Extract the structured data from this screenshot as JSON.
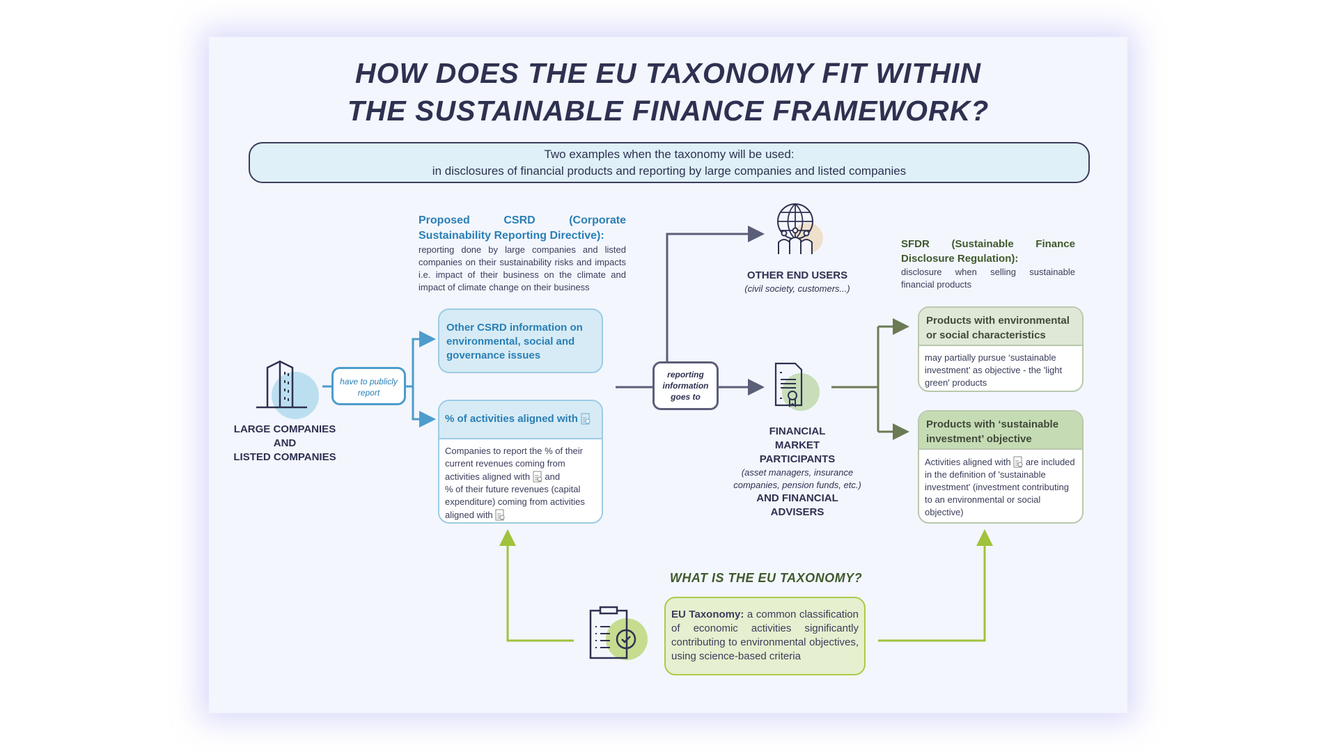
{
  "title": {
    "line1": "HOW DOES THE EU TAXONOMY FIT WITHIN",
    "line2": "THE SUSTAINABLE FINANCE FRAMEWORK?"
  },
  "banner": {
    "line1": "Two examples when the taxonomy will be used:",
    "line2": "in disclosures of financial products and reporting by large companies and listed companies"
  },
  "companies": {
    "icon": "building-icon",
    "line1": "LARGE COMPANIES",
    "line2": "AND",
    "line3": "LISTED COMPANIES",
    "connector": "have to publicly report"
  },
  "csrd": {
    "heading": "Proposed CSRD (Corporate Sustainability Reporting Directive):",
    "body": "reporting done by large companies and listed companies on their sustainability risks and impacts i.e. impact of their business on the climate and impact of climate change on their business",
    "other_box": "Other CSRD information on environmental, social and governance issues",
    "aligned_header": "% of activities aligned with",
    "aligned_body": {
      "p1": "Companies to report the % of their current revenues coming from activities aligned with",
      "p2": "and",
      "p3": "% of their future revenues (capital expenditure) coming from activities aligned with"
    }
  },
  "flow": {
    "reporting": "reporting information goes to"
  },
  "end_users": {
    "icon": "globe-people-icon",
    "title": "OTHER END USERS",
    "subtitle": "(civil society, customers...)"
  },
  "fmp": {
    "icon": "certificate-document-icon",
    "l1": "FINANCIAL",
    "l2": "MARKET",
    "l3": "PARTICIPANTS",
    "sub": "(asset managers, insurance companies, pension funds, etc.)",
    "l4": "AND FINANCIAL",
    "l5": "ADVISERS"
  },
  "sfdr": {
    "heading": "SFDR (Sustainable Finance Disclosure Regulation):",
    "body": "disclosure when selling sustainable financial products",
    "box1": {
      "header": "Products with environmental or social characteristics",
      "body": "may partially pursue ‘sustainable investment’ as objective - the 'light green' products"
    },
    "box2": {
      "header": "Products with ‘sustainable investment’ objective",
      "body_pre": "Activities aligned with",
      "body_post": "are included in the definition of 'sustainable investment' (investment contributing to an environmental or social objective)"
    }
  },
  "taxonomy": {
    "heading": "WHAT IS THE EU TAXONOMY?",
    "term": "EU Taxonomy:",
    "definition": "a common classification of economic activities significantly contributing to environmental objectives, using science-based criteria",
    "icon": "clipboard-check-icon"
  },
  "colors": {
    "blue": "#2a7fb5",
    "navy": "#2e3150",
    "green": "#a9cc4a",
    "olive": "#6b7a55"
  }
}
